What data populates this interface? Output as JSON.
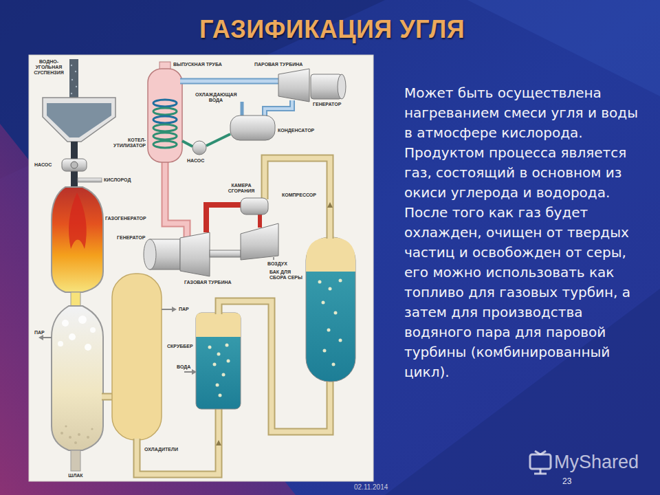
{
  "diagram": {
    "title": "ГАЗИФИКАЦИЯ УГЛЯ",
    "labels": [
      "ВОДНО-УГОЛЬНАЯ СУСПЕНЗИЯ",
      "НАСОС",
      "КИСЛОРОД",
      "ГАЗОГЕНЕРАТОР",
      "ПАР",
      "ШЛАК",
      "ВЫПУСКНАЯ ТРУБА",
      "ПАРОВАЯ ТУРБИНА",
      "ОХЛАЖДАЮЩАЯ ВОДА",
      "ГЕНЕРАТОР",
      "КОНДЕНСАТОР",
      "КОТЕЛ-УТИЛИЗАТОР",
      "НАСОС",
      "КАМЕРА СГОРАНИЯ",
      "КОМПРЕССОР",
      "ГЕНЕРАТОР",
      "ГАЗОВАЯ ТУРБИНА",
      "ВОЗДУХ",
      "БАК ДЛЯ СБОРА СЕРЫ",
      "ПАР",
      "СКРУББЕР",
      "ВОДА",
      "ОХЛАДИТЕЛИ",
      "Может быть осуществлена нагреванием смеси угля и воды в атмосфере кислорода.",
      "Продуктом процесса является газ, состоящий в основном из окиси углерода и водорода.",
      "После того как газ будет охлажден, очищен от твердых частиц и освобожден от серы, его можно использовать как топливо для газовых турбин, а затем для производства водяного пара для паровой турбины (комбинированный цикл).",
      "02.11.2014",
      "23",
      "MyShared"
    ]
  }
}
